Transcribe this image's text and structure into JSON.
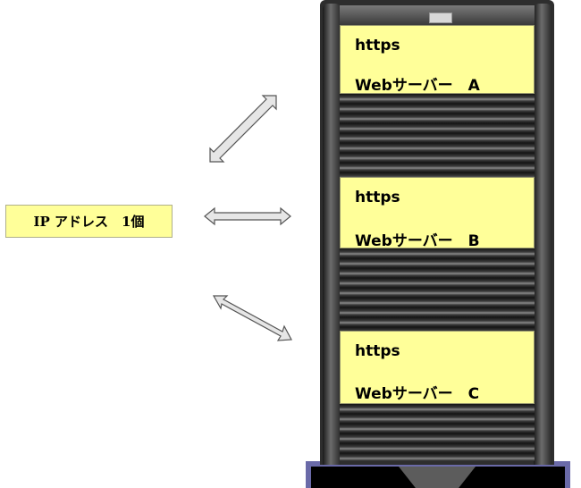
{
  "ip_label": "IP アドレス　1個",
  "servers": [
    {
      "protocol": "https",
      "name": "Webサーバー　A"
    },
    {
      "protocol": "https",
      "name": "Webサーバー　B"
    },
    {
      "protocol": "https",
      "name": "Webサーバー　C"
    }
  ],
  "colors": {
    "label_fill": "#ffff99",
    "arrow_fill": "#e6e6e6",
    "arrow_stroke": "#555555",
    "rack_dark": "#2e2e2e"
  }
}
